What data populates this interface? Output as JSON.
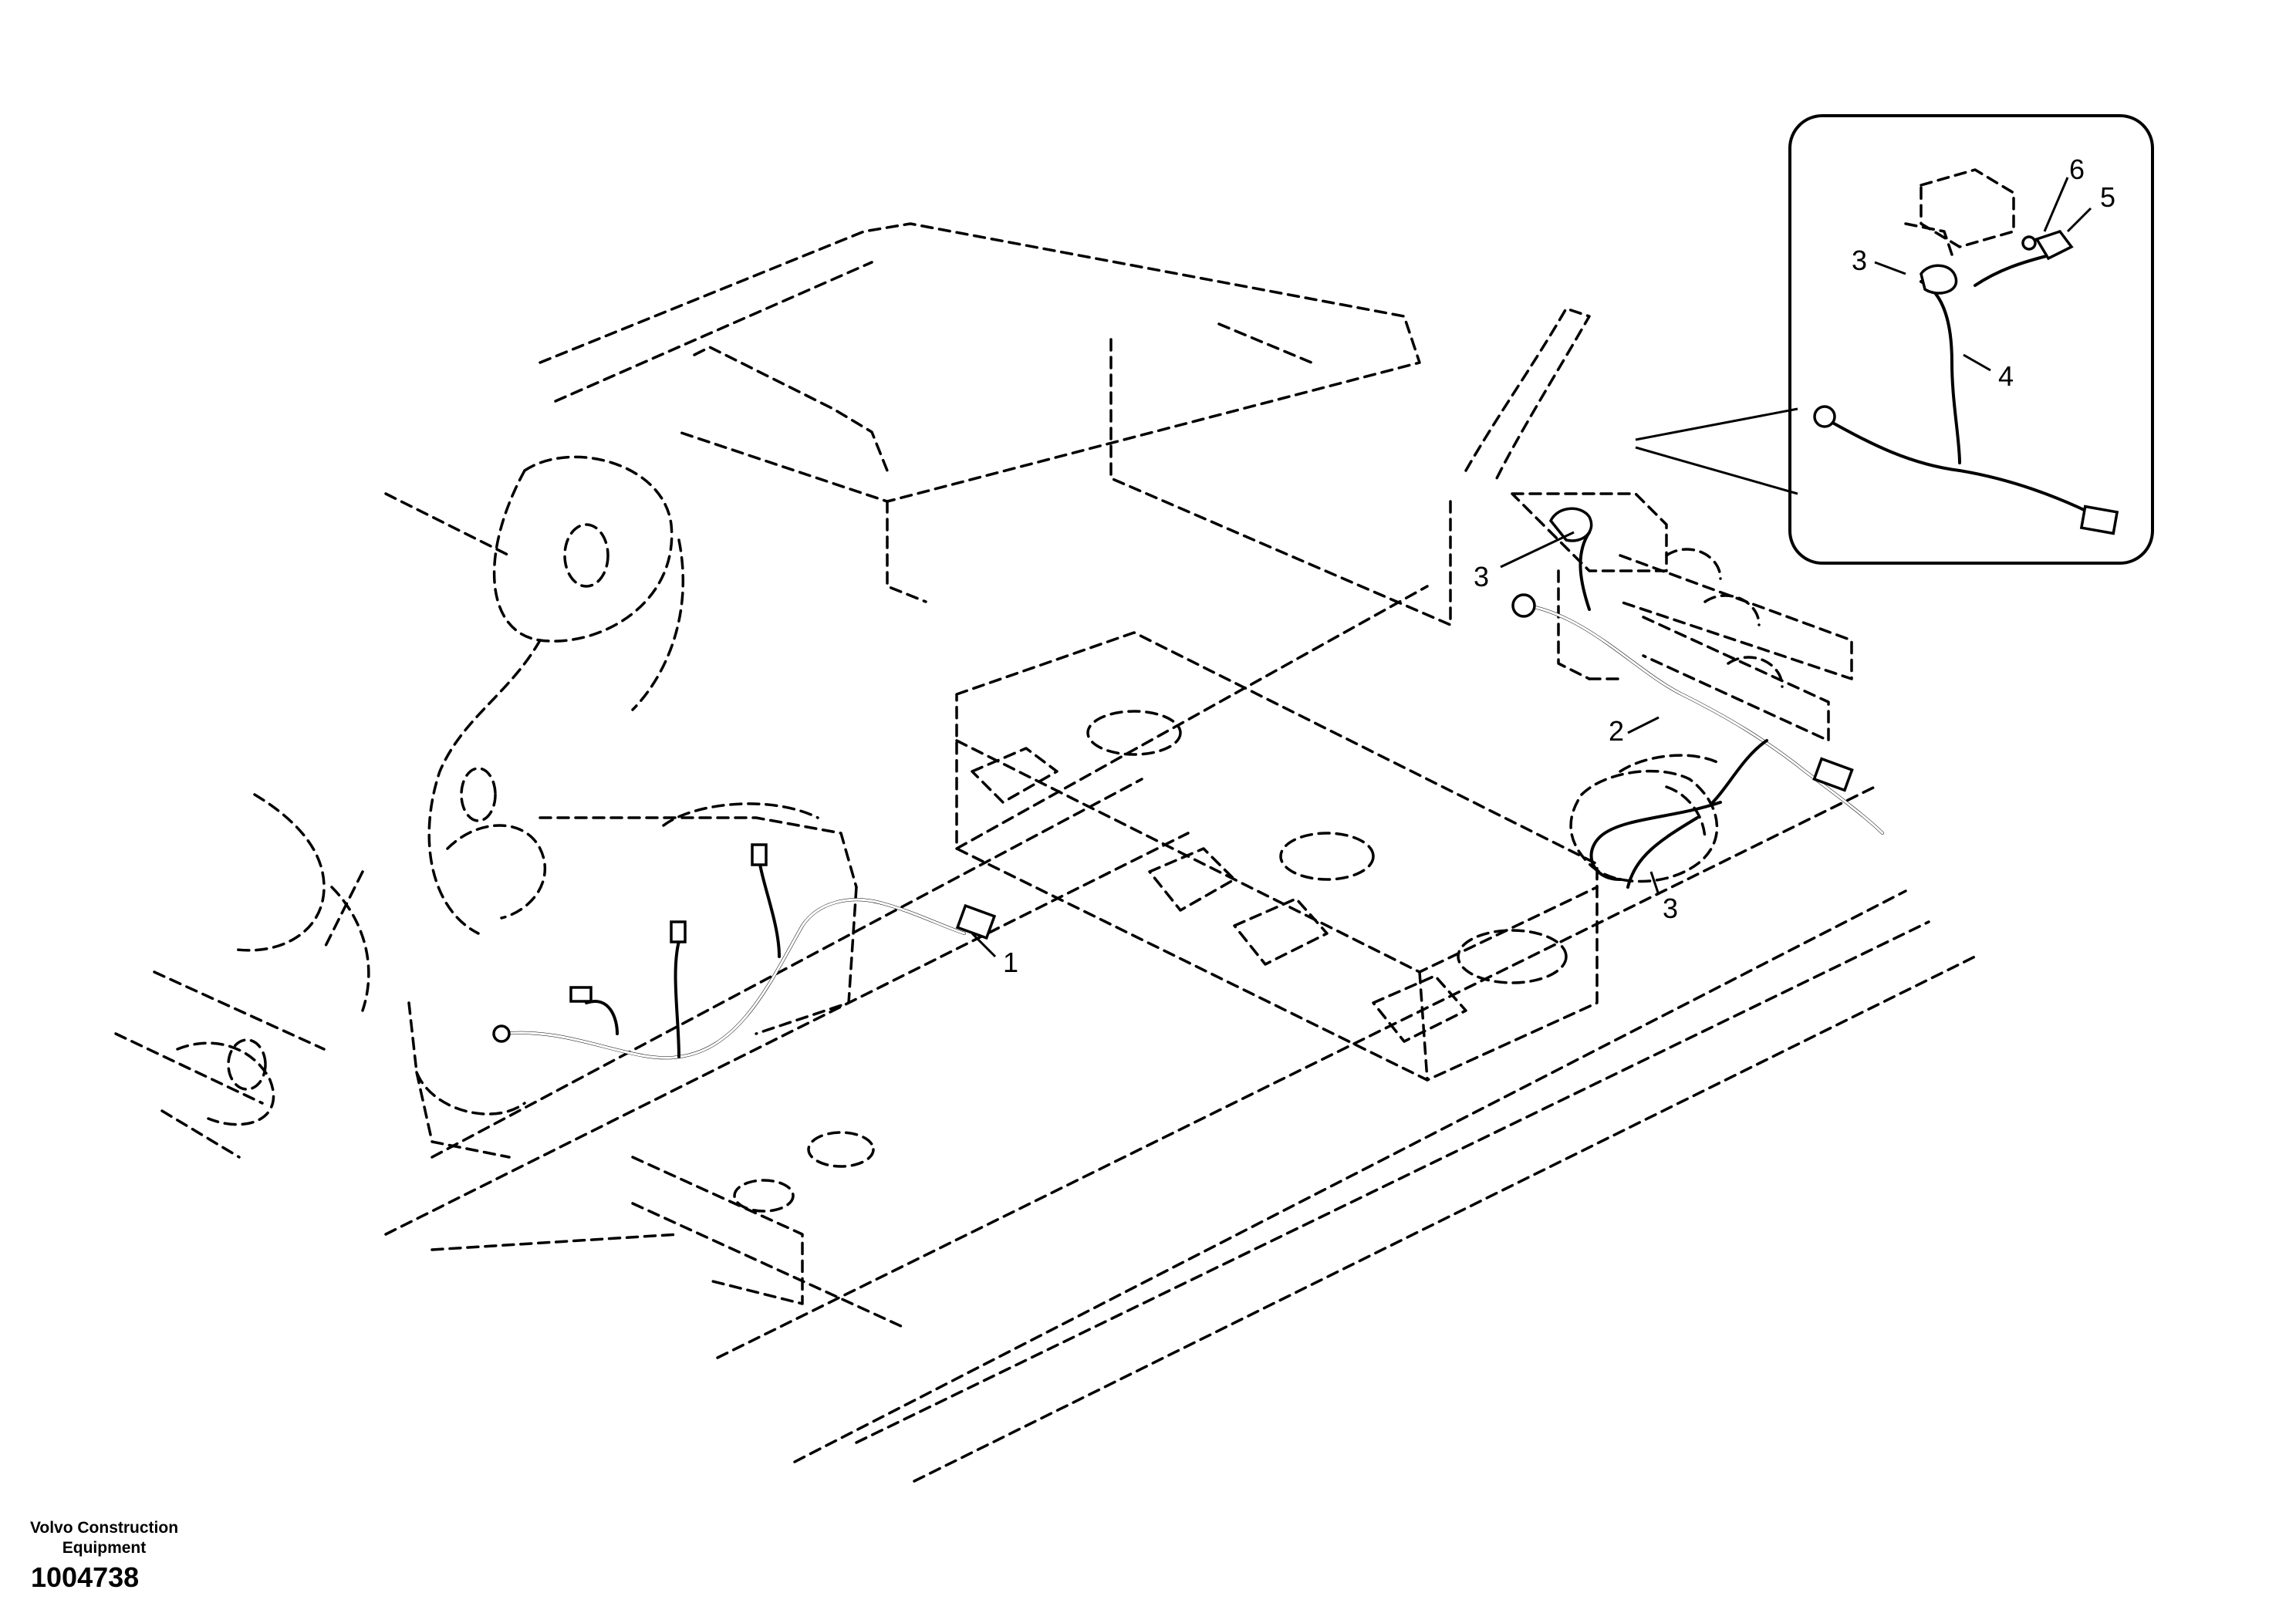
{
  "figure": {
    "callouts": [
      {
        "id": "callout-1",
        "label": "1"
      },
      {
        "id": "callout-2",
        "label": "2"
      },
      {
        "id": "callout-3a",
        "label": "3"
      },
      {
        "id": "callout-3b",
        "label": "3"
      },
      {
        "id": "callout-3c",
        "label": "3"
      },
      {
        "id": "callout-4",
        "label": "4"
      },
      {
        "id": "callout-5",
        "label": "5"
      },
      {
        "id": "callout-6",
        "label": "6"
      }
    ]
  },
  "footer": {
    "manufacturer_line1": "Volvo Construction",
    "manufacturer_line2": "Equipment",
    "drawing_number": "1004738"
  }
}
